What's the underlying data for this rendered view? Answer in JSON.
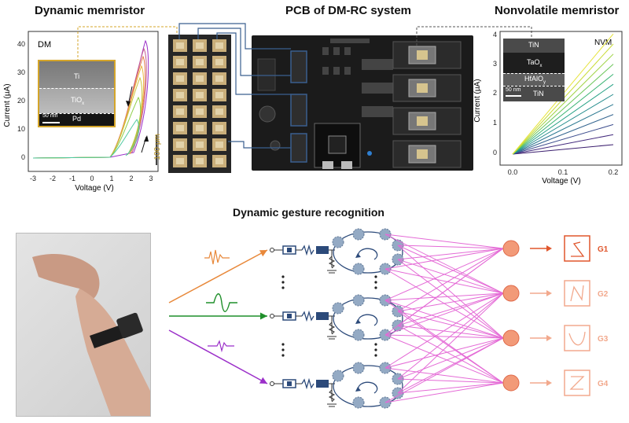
{
  "top": {
    "dm_title": "Dynamic memristor",
    "pcb_title": "PCB of DM-RC system",
    "nvm_title": "Nonvolatile memristor"
  },
  "dm_plot": {
    "label": "DM",
    "ylabel": "Current (µA)",
    "xlabel": "Voltage (V)",
    "yticks": [
      "0",
      "10",
      "20",
      "30",
      "40"
    ],
    "xticks": [
      "-3",
      "-2",
      "-1",
      "0",
      "1",
      "2",
      "3"
    ],
    "inset": {
      "layer_top": "Ti",
      "layer_mid": "TiO",
      "layer_mid_sub": "x",
      "layer_bottom": "Pd",
      "scale": "50 nm"
    }
  },
  "chip": {
    "scale": "100 μm"
  },
  "nvm_plot": {
    "label": "NVM",
    "ylabel": "Current (µA)",
    "xlabel": "Voltage (V)",
    "yticks": [
      "0",
      "1",
      "2",
      "3",
      "4"
    ],
    "xticks": [
      "0.0",
      "0.1",
      "0.2"
    ],
    "inset": {
      "layer1": "TiN",
      "layer2": "TaO",
      "layer2_sub": "x",
      "layer3": "HfAlO",
      "layer3_sub": "y",
      "layer4": "TiN",
      "scale": "50 nm"
    }
  },
  "bottom": {
    "title": "Dynamic gesture recognition",
    "outputs": [
      "G1",
      "G2",
      "G3",
      "G4"
    ]
  },
  "colors": {
    "dm_border": "#d4a52a",
    "pcb_link": "#3a5f8f",
    "input_orange": "#e8883a",
    "input_green": "#1f8f2a",
    "input_purple": "#9b2fc9",
    "reservoir_node": "#94aac4",
    "readout_line": "#e46ad6",
    "output_node": "#f29a78",
    "g1": "#e0562c",
    "g_faded": "#f2a98d"
  }
}
